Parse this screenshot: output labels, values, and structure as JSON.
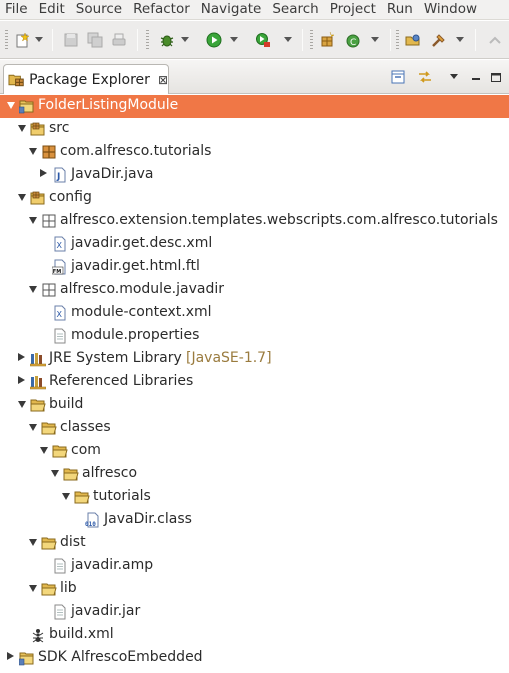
{
  "menu": [
    "File",
    "Edit",
    "Source",
    "Refactor",
    "Navigate",
    "Search",
    "Project",
    "Run",
    "Window"
  ],
  "view": {
    "title": "Package Explorer",
    "close": "⊠"
  },
  "tree": [
    {
      "label": "FolderListingModule",
      "decor": "",
      "depth": 0,
      "state": "open",
      "icon": "project-icon",
      "selected": true
    },
    {
      "label": "src",
      "decor": "",
      "depth": 1,
      "state": "open",
      "icon": "source-folder-icon"
    },
    {
      "label": "com.alfresco.tutorials",
      "decor": "",
      "depth": 2,
      "state": "open",
      "icon": "package-icon"
    },
    {
      "label": "JavaDir.java",
      "decor": "",
      "depth": 3,
      "state": "closed",
      "icon": "java-file-icon"
    },
    {
      "label": "config",
      "decor": "",
      "depth": 1,
      "state": "open",
      "icon": "source-folder-icon"
    },
    {
      "label": "alfresco.extension.templates.webscripts.com.alfresco.tutorials",
      "decor": "",
      "depth": 2,
      "state": "open",
      "icon": "empty-package-icon"
    },
    {
      "label": "javadir.get.desc.xml",
      "decor": "",
      "depth": 3,
      "state": "none",
      "icon": "xml-file-icon"
    },
    {
      "label": "javadir.get.html.ftl",
      "decor": "",
      "depth": 3,
      "state": "none",
      "icon": "ftl-file-icon"
    },
    {
      "label": "alfresco.module.javadir",
      "decor": "",
      "depth": 2,
      "state": "open",
      "icon": "empty-package-icon"
    },
    {
      "label": "module-context.xml",
      "decor": "",
      "depth": 3,
      "state": "none",
      "icon": "xml-file-icon"
    },
    {
      "label": "module.properties",
      "decor": "",
      "depth": 3,
      "state": "none",
      "icon": "text-file-icon"
    },
    {
      "label": "JRE System Library",
      "decor": "[JavaSE-1.7]",
      "depth": 1,
      "state": "closed",
      "icon": "library-icon"
    },
    {
      "label": "Referenced Libraries",
      "decor": "",
      "depth": 1,
      "state": "closed",
      "icon": "library-icon"
    },
    {
      "label": "build",
      "decor": "",
      "depth": 1,
      "state": "open",
      "icon": "folder-icon"
    },
    {
      "label": "classes",
      "decor": "",
      "depth": 2,
      "state": "open",
      "icon": "folder-icon"
    },
    {
      "label": "com",
      "decor": "",
      "depth": 3,
      "state": "open",
      "icon": "folder-icon"
    },
    {
      "label": "alfresco",
      "decor": "",
      "depth": 4,
      "state": "open",
      "icon": "folder-icon"
    },
    {
      "label": "tutorials",
      "decor": "",
      "depth": 5,
      "state": "open",
      "icon": "folder-icon"
    },
    {
      "label": "JavaDir.class",
      "decor": "",
      "depth": 6,
      "state": "none",
      "icon": "class-file-icon"
    },
    {
      "label": "dist",
      "decor": "",
      "depth": 2,
      "state": "open",
      "icon": "folder-icon"
    },
    {
      "label": "javadir.amp",
      "decor": "",
      "depth": 3,
      "state": "none",
      "icon": "text-file-icon"
    },
    {
      "label": "lib",
      "decor": "",
      "depth": 2,
      "state": "open",
      "icon": "folder-icon"
    },
    {
      "label": "javadir.jar",
      "decor": "",
      "depth": 3,
      "state": "none",
      "icon": "text-file-icon"
    },
    {
      "label": "build.xml",
      "decor": "",
      "depth": 1,
      "state": "none",
      "icon": "ant-file-icon"
    },
    {
      "label": "SDK AlfrescoEmbedded",
      "decor": "",
      "depth": 0,
      "state": "closed",
      "icon": "project-icon"
    }
  ]
}
